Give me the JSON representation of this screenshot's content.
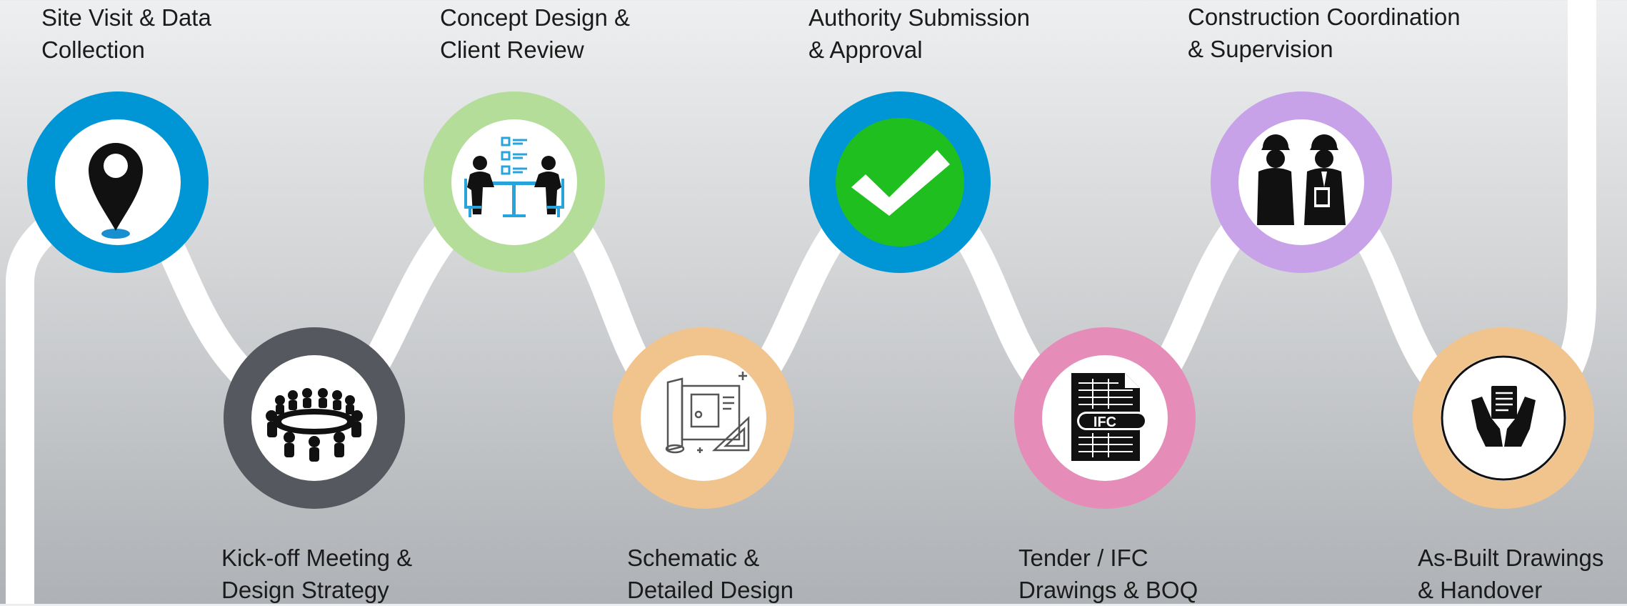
{
  "steps": [
    {
      "line1": "Site Visit & Data",
      "line2": "Collection",
      "icon": "location-pin-icon",
      "ring_color": "#0096d6"
    },
    {
      "line1": "Kick-off Meeting &",
      "line2": "Design Strategy",
      "icon": "meeting-table-icon",
      "ring_color": "#55585f"
    },
    {
      "line1": "Concept Design &",
      "line2": "Client Review",
      "icon": "client-meeting-icon",
      "ring_color": "#b5dd9a"
    },
    {
      "line1": "Schematic &",
      "line2": "Detailed Design",
      "icon": "blueprint-icon",
      "ring_color": "#f0c48c"
    },
    {
      "line1": "Authority Submission",
      "line2": "& Approval",
      "icon": "checkmark-icon",
      "ring_color": "#0096d6"
    },
    {
      "line1": "Tender / IFC",
      "line2": "Drawings & BOQ",
      "icon": "ifc-document-icon",
      "ring_color": "#e58db8"
    },
    {
      "line1": "Construction Coordination",
      "line2": "& Supervision",
      "icon": "engineers-icon",
      "ring_color": "#c8a2e8"
    },
    {
      "line1": "As-Built Drawings",
      "line2": "& Handover",
      "icon": "handover-document-icon",
      "ring_color": "#f0c48c"
    }
  ],
  "icon_text": {
    "ifc": "IFC"
  },
  "colors": {
    "path": "#ffffff",
    "approval_green": "#1fbf1f",
    "pin_blue": "#1a8fd0"
  }
}
